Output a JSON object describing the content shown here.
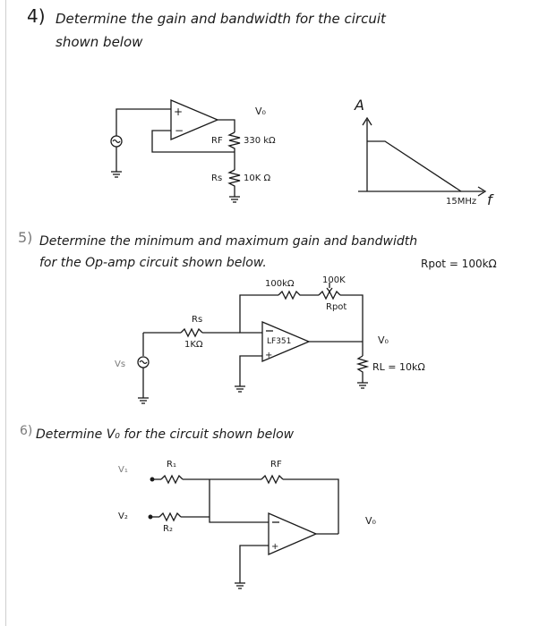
{
  "q4": {
    "number": "4)",
    "text_line1": "Determine the gain and bandwidth for the circuit",
    "text_line2": "shown below",
    "labels": {
      "vo": "V₀",
      "rf": "RF",
      "rf_value": "330 kΩ",
      "rs": "Rs",
      "rs_value": "10K Ω",
      "axis_a": "A",
      "axis_f": "f",
      "freq_mark": "15MHz"
    }
  },
  "q5": {
    "number": "5)",
    "text_line1": "Determine the minimum and maximum gain and bandwidth",
    "text_line2": "for the Op-amp circuit shown below.",
    "rpot_note": "Rpot = 100kΩ",
    "labels": {
      "r100k": "100kΩ",
      "pot100k": "100K",
      "rpot": "Rpot",
      "rs": "Rs",
      "rs_value": "1KΩ",
      "opamp": "LF351",
      "vo": "V₀",
      "vs": "Vs",
      "rl": "RL = 10kΩ"
    }
  },
  "q6": {
    "number": "6)",
    "text_line1": "Determine V₀ for the circuit shown below",
    "labels": {
      "v1": "V₁",
      "r1": "R₁",
      "v2": "V₂",
      "r2": "R₂",
      "rf": "RF",
      "vo": "V₀"
    }
  }
}
